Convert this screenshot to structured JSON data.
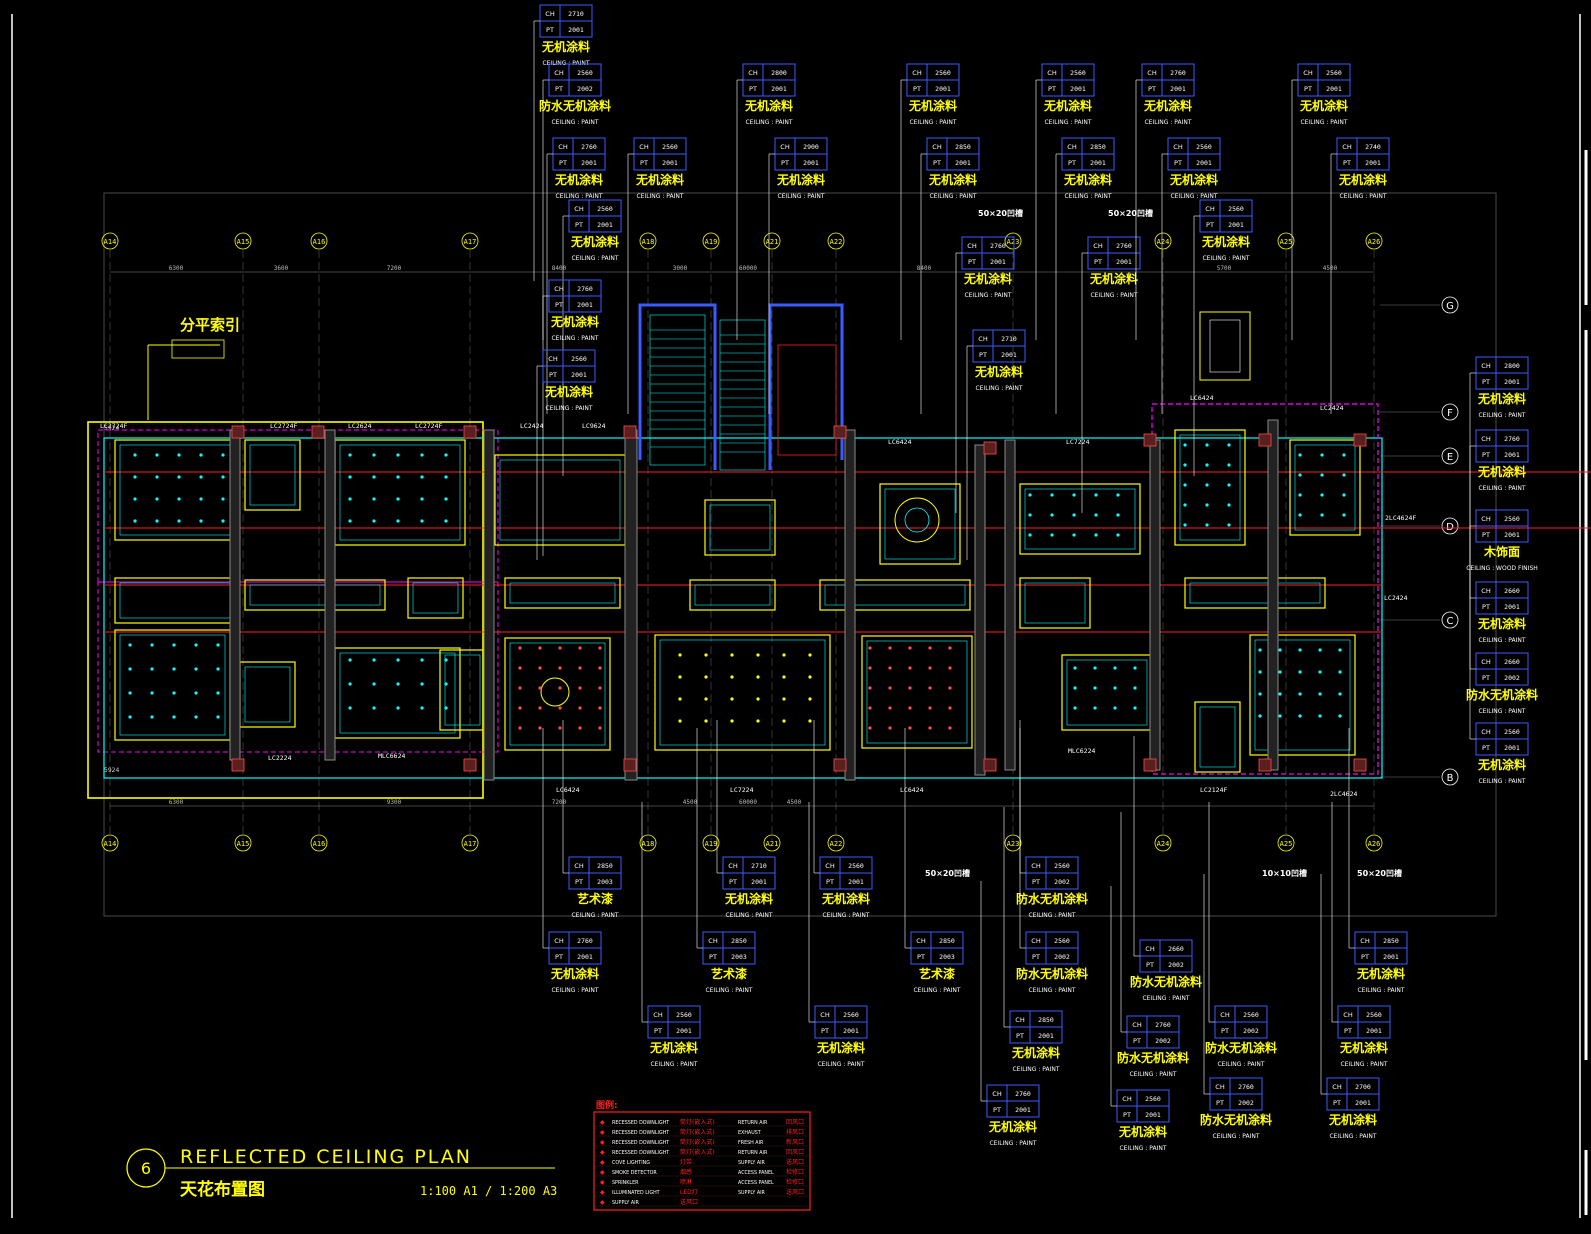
{
  "drawing": {
    "title_en": "REFLECTED CEILING PLAN",
    "title_cn": "天花布置图",
    "number": "6",
    "scale": "1:100 A1 / 1:200 A3"
  },
  "grid": {
    "columns": [
      "A14",
      "A15",
      "A16",
      "A17",
      "A18",
      "A19",
      "A21",
      "A22",
      "A23",
      "A24",
      "A25",
      "A26"
    ],
    "rows": [
      "G",
      "F",
      "E",
      "D",
      "C",
      "B"
    ]
  },
  "dimensions": {
    "top": [
      "6300",
      "3600",
      "7200",
      "8400",
      "3000",
      "60000",
      "8400",
      "5700",
      "4500"
    ],
    "bottom": [
      "6300",
      "9300",
      "7200",
      "4500",
      "60000",
      "4500"
    ],
    "left": [
      "5924",
      "5924"
    ]
  },
  "index_label": "分平索引",
  "tags": [
    {
      "ch": "2710",
      "pt": "2001",
      "name": "无机涂料",
      "sub": "CEILING : PAINT"
    },
    {
      "ch": "2560",
      "pt": "2002",
      "name": "防水无机涂料",
      "sub": "CEILING : PAINT"
    },
    {
      "ch": "2760",
      "pt": "2001",
      "name": "无机涂料",
      "sub": "CEILING : PAINT"
    },
    {
      "ch": "2560",
      "pt": "2001",
      "name": "无机涂料",
      "sub": "CEILING : PAINT"
    },
    {
      "ch": "2560",
      "pt": "2001",
      "name": "无机涂料",
      "sub": "CEILING : PAINT"
    },
    {
      "ch": "2760",
      "pt": "2001",
      "name": "无机涂料",
      "sub": "CEILING : PAINT"
    },
    {
      "ch": "2560",
      "pt": "2001",
      "name": "无机涂料",
      "sub": "CEILING : PAINT"
    },
    {
      "ch": "2800",
      "pt": "2001",
      "name": "无机涂料",
      "sub": "CEILING : PAINT"
    },
    {
      "ch": "2900",
      "pt": "2001",
      "name": "无机涂料",
      "sub": "CEILING : PAINT"
    },
    {
      "ch": "2560",
      "pt": "2001",
      "name": "无机涂料",
      "sub": "CEILING : PAINT"
    },
    {
      "ch": "2850",
      "pt": "2001",
      "name": "无机涂料",
      "sub": "CEILING : PAINT"
    },
    {
      "ch": "2760",
      "pt": "2001",
      "name": "无机涂料",
      "sub": "CEILING : PAINT"
    },
    {
      "ch": "2710",
      "pt": "2001",
      "name": "无机涂料",
      "sub": "CEILING : PAINT"
    },
    {
      "ch": "2560",
      "pt": "2001",
      "name": "无机涂料",
      "sub": "CEILING : PAINT"
    },
    {
      "ch": "2850",
      "pt": "2001",
      "name": "无机涂料",
      "sub": "CEILING : PAINT"
    },
    {
      "ch": "2760",
      "pt": "2001",
      "name": "无机涂料",
      "sub": "CEILING : PAINT"
    },
    {
      "ch": "2760",
      "pt": "2001",
      "name": "无机涂料",
      "sub": "CEILING : PAINT"
    },
    {
      "ch": "2560",
      "pt": "2001",
      "name": "无机涂料",
      "sub": "CEILING : PAINT"
    },
    {
      "ch": "2560",
      "pt": "2001",
      "name": "无机涂料",
      "sub": "CEILING : PAINT"
    },
    {
      "ch": "2560",
      "pt": "2001",
      "name": "无机涂料",
      "sub": "CEILING : PAINT"
    },
    {
      "ch": "2740",
      "pt": "2001",
      "name": "无机涂料",
      "sub": "CEILING : PAINT"
    },
    {
      "ch": "2800",
      "pt": "2001",
      "name": "无机涂料",
      "sub": "CEILING : PAINT"
    },
    {
      "ch": "2760",
      "pt": "2001",
      "name": "无机涂料",
      "sub": "CEILING : PAINT"
    },
    {
      "ch": "2560",
      "pt": "2001",
      "name": "木饰面",
      "sub": "CEILING : WOOD FINISH"
    },
    {
      "ch": "2660",
      "pt": "2001",
      "name": "无机涂料",
      "sub": "CEILING : PAINT"
    },
    {
      "ch": "2660",
      "pt": "2002",
      "name": "防水无机涂料",
      "sub": "CEILING : PAINT"
    },
    {
      "ch": "2560",
      "pt": "2001",
      "name": "无机涂料",
      "sub": "CEILING : PAINT"
    },
    {
      "ch": "2850",
      "pt": "2003",
      "name": "艺术漆",
      "sub": "CEILING : PAINT"
    },
    {
      "ch": "2710",
      "pt": "2001",
      "name": "无机涂料",
      "sub": "CEILING : PAINT"
    },
    {
      "ch": "2560",
      "pt": "2001",
      "name": "无机涂料",
      "sub": "CEILING : PAINT"
    },
    {
      "ch": "2560",
      "pt": "2002",
      "name": "防水无机涂料",
      "sub": "CEILING : PAINT"
    },
    {
      "ch": "2760",
      "pt": "2001",
      "name": "无机涂料",
      "sub": "CEILING : PAINT"
    },
    {
      "ch": "2850",
      "pt": "2003",
      "name": "艺术漆",
      "sub": "CEILING : PAINT"
    },
    {
      "ch": "2850",
      "pt": "2003",
      "name": "艺术漆",
      "sub": "CEILING : PAINT"
    },
    {
      "ch": "2560",
      "pt": "2002",
      "name": "防水无机涂料",
      "sub": "CEILING : PAINT"
    },
    {
      "ch": "2660",
      "pt": "2002",
      "name": "防水无机涂料",
      "sub": "CEILING : PAINT"
    },
    {
      "ch": "2850",
      "pt": "2001",
      "name": "无机涂料",
      "sub": "CEILING : PAINT"
    },
    {
      "ch": "2560",
      "pt": "2001",
      "name": "无机涂料",
      "sub": "CEILING : PAINT"
    },
    {
      "ch": "2560",
      "pt": "2001",
      "name": "无机涂料",
      "sub": "CEILING : PAINT"
    },
    {
      "ch": "2760",
      "pt": "2002",
      "name": "防水无机涂料",
      "sub": "CEILING : PAINT"
    },
    {
      "ch": "2850",
      "pt": "2001",
      "name": "无机涂料",
      "sub": "CEILING : PAINT"
    },
    {
      "ch": "2560",
      "pt": "2002",
      "name": "防水无机涂料",
      "sub": "CEILING : PAINT"
    },
    {
      "ch": "2560",
      "pt": "2001",
      "name": "无机涂料",
      "sub": "CEILING : PAINT"
    },
    {
      "ch": "2760",
      "pt": "2001",
      "name": "无机涂料",
      "sub": "CEILING : PAINT"
    },
    {
      "ch": "2560",
      "pt": "2001",
      "name": "无机涂料",
      "sub": "CEILING : PAINT"
    },
    {
      "ch": "2760",
      "pt": "2002",
      "name": "防水无机涂料",
      "sub": "CEILING : PAINT"
    },
    {
      "ch": "2700",
      "pt": "2001",
      "name": "无机涂料",
      "sub": "CEILING : PAINT"
    }
  ],
  "notes": [
    "50×20凹槽",
    "50×20凹槽",
    "50×20凹槽",
    "50×20凹槽",
    "10×10凹槽",
    "50×20凹槽"
  ],
  "lighting_codes": [
    "LC2724F",
    "LC2624",
    "LC2724F",
    "LC2424",
    "LC9624",
    "LC6424",
    "LC7224",
    "LC6424",
    "LC2424",
    "2LC4624F",
    "LC2224",
    "LC2124F",
    "2LC4624",
    "LC2724F",
    "LC2424",
    "MLC6624",
    "MLC6224",
    "LC6424"
  ],
  "legend": {
    "title": "图例:",
    "rows": [
      [
        "RECESSED DOWNLIGHT",
        "筒灯(嵌入式)",
        "RETURN AIR",
        "回风口"
      ],
      [
        "RECESSED DOWNLIGHT",
        "筒灯(嵌入式)",
        "EXHAUST",
        "排风口"
      ],
      [
        "RECESSED DOWNLIGHT",
        "筒灯(嵌入式)",
        "FRESH AIR",
        "新风口"
      ],
      [
        "RECESSED DOWNLIGHT",
        "筒灯(嵌入式)",
        "RETURN AIR",
        "回风口"
      ],
      [
        "COVE LIGHTING",
        "灯带",
        "SUPPLY AIR",
        "送风口"
      ],
      [
        "SMOKE DETECTOR",
        "烟感",
        "ACCESS PANEL",
        "检修口"
      ],
      [
        "SPRINKLER",
        "喷淋",
        "ACCESS PANEL",
        "检修口"
      ],
      [
        "ILLUMINATED LIGHT",
        "LED灯",
        "SUPPLY AIR",
        "送风口"
      ],
      [
        "SUPPLY AIR",
        "送风口",
        "",
        ""
      ]
    ]
  },
  "colors": {
    "background": "#000000",
    "yellow": "#ffff00",
    "cyan": "#00ffff",
    "blue": "#3a5cff",
    "magenta": "#ff00ff",
    "red": "#ff2020",
    "green": "#00ff00",
    "grey": "#9a9a9a",
    "white": "#ffffff"
  }
}
